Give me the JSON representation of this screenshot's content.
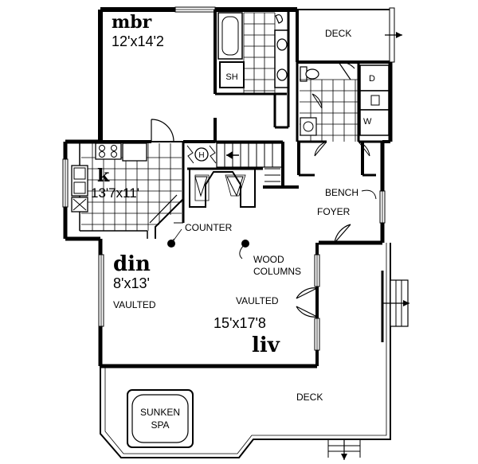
{
  "rooms": {
    "mbr": {
      "name": "mbr",
      "size": "12'x14'2"
    },
    "kitchen": {
      "name": "k",
      "size": "13'7x11'"
    },
    "dining": {
      "name": "din",
      "size": "8'x13'",
      "note": "VAULTED"
    },
    "living": {
      "name": "liv",
      "size": "15'x17'8",
      "note": "VAULTED"
    }
  },
  "labels": {
    "deck_top": "DECK",
    "deck_bottom": "DECK",
    "sh": "SH",
    "heater": "H",
    "d": "D",
    "w": "W",
    "bench": "BENCH",
    "foyer": "FOYER",
    "counter": "COUNTER",
    "wood_columns_1": "WOOD",
    "wood_columns_2": "COLUMNS",
    "spa_1": "SUNKEN",
    "spa_2": "SPA"
  }
}
